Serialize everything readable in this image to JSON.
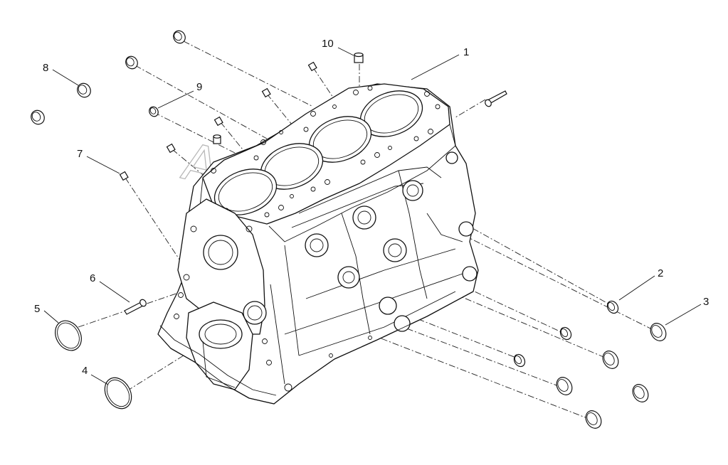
{
  "diagram": {
    "watermark": "Autogen.ru",
    "callouts": [
      {
        "id": "1",
        "text": "1"
      },
      {
        "id": "2",
        "text": "2"
      },
      {
        "id": "3",
        "text": "3"
      },
      {
        "id": "4",
        "text": "4"
      },
      {
        "id": "5",
        "text": "5"
      },
      {
        "id": "6",
        "text": "6"
      },
      {
        "id": "7",
        "text": "7"
      },
      {
        "id": "8",
        "text": "8"
      },
      {
        "id": "9",
        "text": "9"
      },
      {
        "id": "10",
        "text": "10"
      }
    ]
  }
}
